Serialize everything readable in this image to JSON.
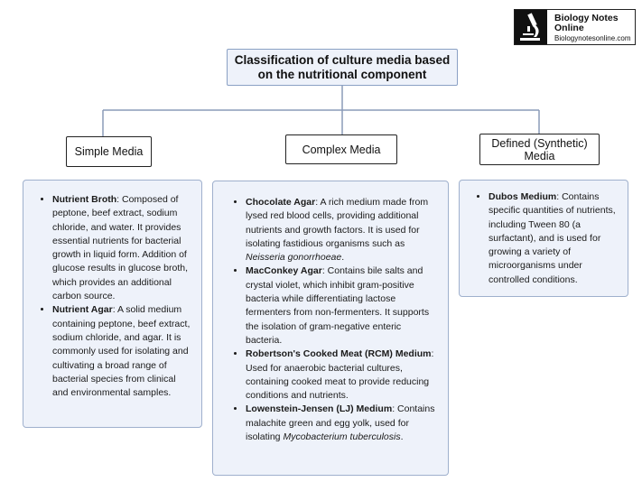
{
  "logo": {
    "name": "Biology Notes Online",
    "url": "Biologynotesonline.com",
    "icon": "microscope-icon"
  },
  "title": "Classification of culture media based on the nutritional component",
  "colors": {
    "title_border": "#8aa0c4",
    "panel_fill": "#eef2fa",
    "panel_border": "#9fb0cd",
    "connector": "#8a9bb8"
  },
  "categories": [
    {
      "label": "Simple Media",
      "items": [
        {
          "term": "Nutrient Broth",
          "text": ": Composed of peptone, beef extract, sodium chloride, and water. It provides essential nutrients for bacterial growth in liquid form. Addition of glucose results in glucose broth, which provides an additional carbon source.",
          "italic": "",
          "end": ""
        },
        {
          "term": "Nutrient Agar",
          "text": ": A solid medium containing peptone, beef extract, sodium chloride, and agar. It is commonly used for isolating and cultivating a broad range of bacterial species from clinical and environmental samples.",
          "italic": "",
          "end": ""
        }
      ]
    },
    {
      "label": "Complex Media",
      "items": [
        {
          "term": "Chocolate Agar",
          "text": ": A rich medium made from lysed red blood cells, providing additional nutrients and growth factors. It is used for isolating fastidious organisms such as ",
          "italic": "Neisseria gonorrhoeae",
          "end": "."
        },
        {
          "term": "MacConkey Agar",
          "text": ": Contains bile salts and crystal violet, which inhibit gram-positive bacteria while differentiating lactose fermenters from non-fermenters. It supports the isolation of gram-negative enteric bacteria.",
          "italic": "",
          "end": ""
        },
        {
          "term": "Robertson's Cooked Meat (RCM) Medium",
          "text": ": Used for anaerobic bacterial cultures, containing cooked meat to provide reducing conditions and nutrients.",
          "italic": "",
          "end": ""
        },
        {
          "term": "Lowenstein-Jensen (LJ) Medium",
          "text": ": Contains malachite green and egg yolk, used for isolating ",
          "italic": "Mycobacterium tuberculosis",
          "end": "."
        }
      ]
    },
    {
      "label": "Defined (Synthetic) Media",
      "items": [
        {
          "term": "Dubos Medium",
          "text": ": Contains specific quantities of nutrients, including Tween 80 (a surfactant), and is used for growing a variety of microorganisms under controlled conditions.",
          "italic": "",
          "end": ""
        }
      ]
    }
  ]
}
